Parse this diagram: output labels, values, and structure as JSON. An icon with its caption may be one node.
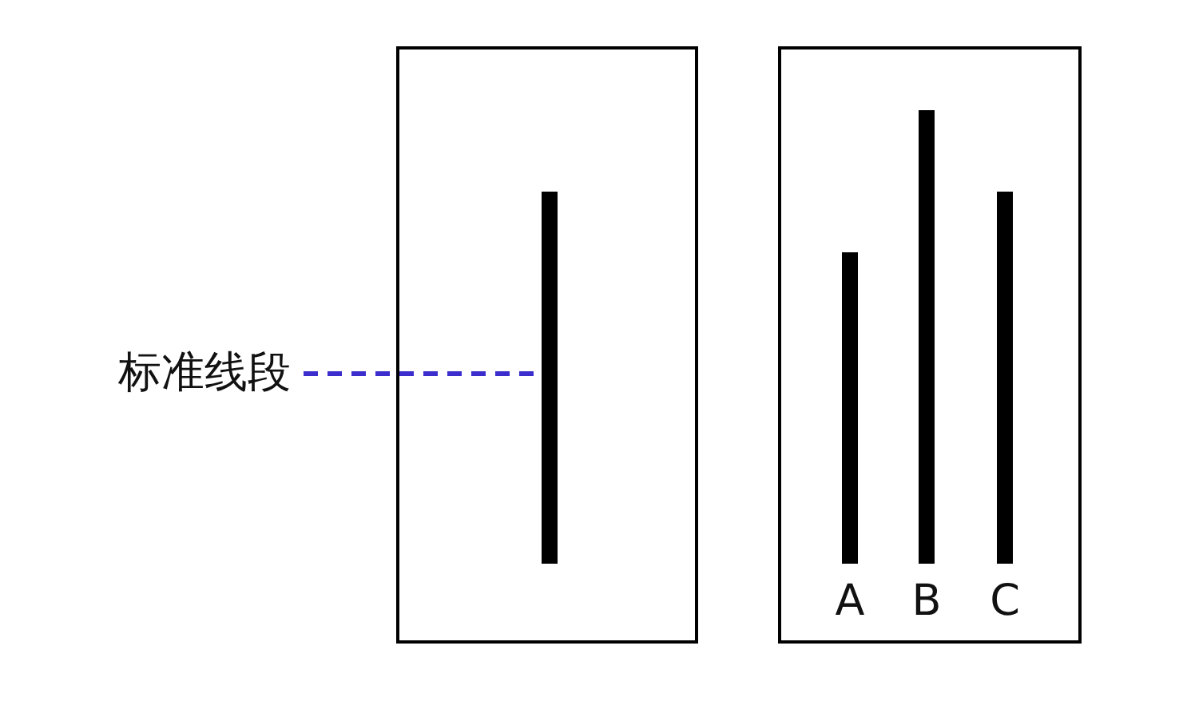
{
  "diagram": {
    "nodes": [
      {
        "text": [],
        "shape": "box"
      },
      {
        "text": [],
        "shape": "bar",
        "in": 0
      },
      {
        "text": [
          "标准线段"
        ]
      },
      {
        "text": [],
        "shape": "box"
      },
      {
        "text": [
          "A"
        ],
        "in": 3
      },
      {
        "text": [
          "B"
        ],
        "in": 3
      },
      {
        "text": [
          "C"
        ],
        "in": 3
      }
    ],
    "edges": [
      {
        "from": 2,
        "to": 1,
        "arrow": "none",
        "style": "dashed",
        "color": "#3b2ecc"
      }
    ]
  }
}
